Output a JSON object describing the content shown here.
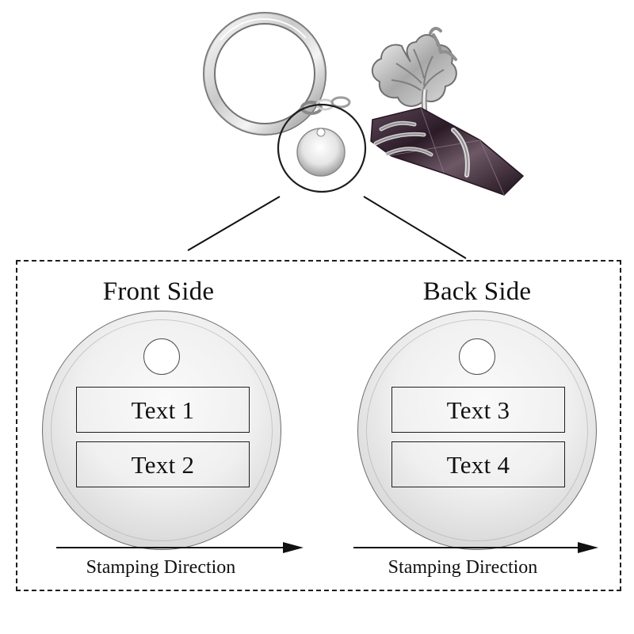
{
  "front": {
    "title": "Front Side",
    "line1": "Text 1",
    "line2": "Text 2",
    "direction": "Stamping Direction"
  },
  "back": {
    "title": "Back Side",
    "line1": "Text 3",
    "line2": "Text 4",
    "direction": "Stamping Direction"
  },
  "colors": {
    "border": "#1d1d1d",
    "text": "#111111",
    "metal": "#d6d6d6",
    "crystal": "#3a2535"
  },
  "icons": {
    "keychain": "keychain-product-illustration",
    "crystal": "purple-crystal-pendant-icon",
    "tree": "tree-of-life-charm-icon",
    "tag": "round-metal-tag-icon"
  }
}
